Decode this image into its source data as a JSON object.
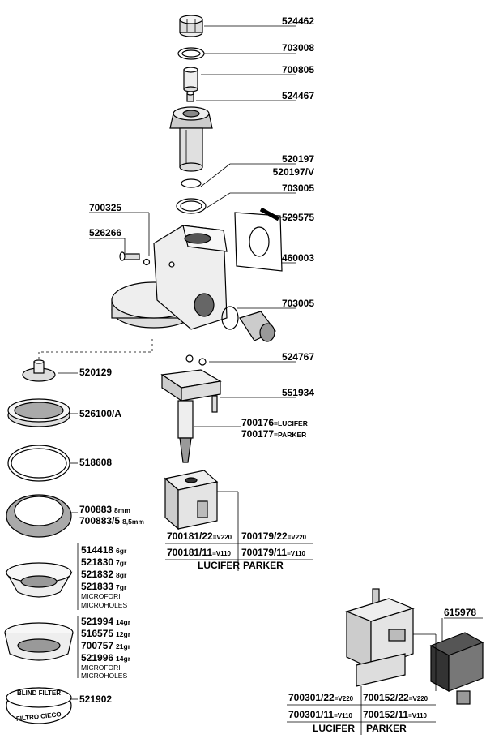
{
  "parts": {
    "p524462": "524462",
    "p703008": "703008",
    "p700805": "700805",
    "p524467": "524467",
    "p520197": "520197",
    "p520197v": "520197/V",
    "p703005a": "703005",
    "p700325": "700325",
    "p529575": "529575",
    "p526266": "526266",
    "p460003": "460003",
    "p703005b": "703005",
    "p524767": "524767",
    "p520129": "520129",
    "p551934": "551934",
    "p526100a": "526100/A",
    "p700176": "700176",
    "p700176_note": "=LUCIFER",
    "p700177": "700177",
    "p700177_note": "=PARKER",
    "p518608": "518608",
    "p700883": "700883",
    "p700883_note": "8mm",
    "p700883_5": "700883/5",
    "p700883_5_note": "8,5mm",
    "p615978": "615978",
    "p521902": "521902"
  },
  "coils_top": {
    "lucifer_220": "700181/22",
    "lucifer_220_v": "=V220",
    "parker_220": "700179/22",
    "parker_220_v": "=V220",
    "lucifer_110": "700181/11",
    "lucifer_110_v": "=V110",
    "parker_110": "700179/11",
    "parker_110_v": "=V110",
    "lucifer": "LUCIFER",
    "parker": "PARKER"
  },
  "coils_bottom": {
    "lucifer_220": "700301/22",
    "lucifer_220_v": "=V220",
    "parker_220": "700152/22",
    "parker_220_v": "=V220",
    "lucifer_110": "700301/11",
    "lucifer_110_v": "=V110",
    "parker_110": "700152/11",
    "parker_110_v": "=V110",
    "lucifer": "LUCIFER",
    "parker": "PARKER"
  },
  "filter1": {
    "a": "514418",
    "a_g": "6gr",
    "b": "521830",
    "b_g": "7gr",
    "c": "521832",
    "c_g": "8gr",
    "d": "521833",
    "d_g": "7gr",
    "note1": "MICROFORI",
    "note2": "MICROHOLES"
  },
  "filter2": {
    "a": "521994",
    "a_g": "14gr",
    "b": "516575",
    "b_g": "12gr",
    "c": "700757",
    "c_g": "21gr",
    "d": "521996",
    "d_g": "14gr",
    "note1": "MICROFORI",
    "note2": "MICROHOLES"
  },
  "blind": {
    "top": "BLIND FILTER",
    "bottom": "FILTRO CIECO"
  }
}
